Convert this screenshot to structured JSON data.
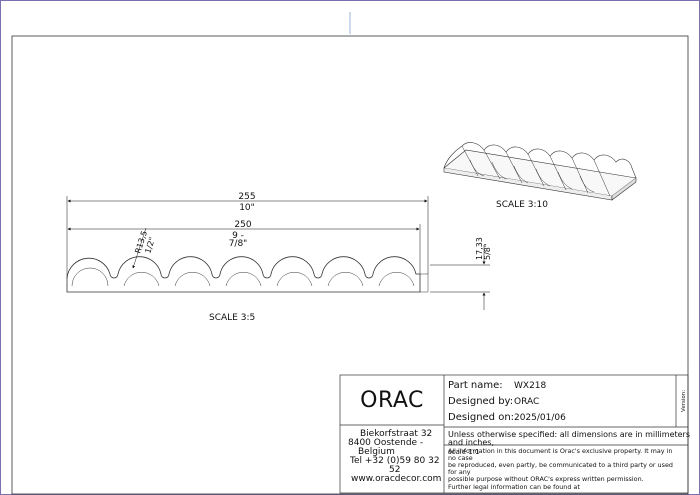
{
  "profile_view": {
    "dim_overall_mm": "255",
    "dim_overall_in": "10\"",
    "dim_inner_mm": "250",
    "dim_inner_in_a": "9 -",
    "dim_inner_in_b": "7/8\"",
    "radius_mm": "R13,5",
    "radius_in": "1/2\"",
    "height_mm": "17,33",
    "height_in": "5/8\"",
    "scale": "SCALE 3:5"
  },
  "iso_view": {
    "scale": "SCALE 3:10"
  },
  "title_block": {
    "logo": "ORAC",
    "address": [
      "Biekorfstraat 32",
      "8400 Oostende -",
      "Belgium",
      "Tel  +32 (0)59 80 32",
      "52",
      "www.oracdecor.com"
    ],
    "part_name_label": "Part name:",
    "part_name_value": "WX218",
    "designed_by_label": "Designed by:",
    "designed_by_value": "ORAC",
    "designed_on_label": "Designed on:",
    "designed_on_value": "2025/01/06",
    "version_label": "Version:",
    "units_note": [
      "Unless otherwise specified: all dimensions are in millimeters",
      "and inches,"
    ],
    "scale_note": "scale 1:1",
    "legal": [
      "All information in this document is Orac's exclusive property.  It may in",
      "no case",
      "be reproduced, even partly, be communicated to a third party or used",
      "for any",
      "possible purpose without ORAC's express written permission.",
      "Further legal information can be found at"
    ]
  }
}
